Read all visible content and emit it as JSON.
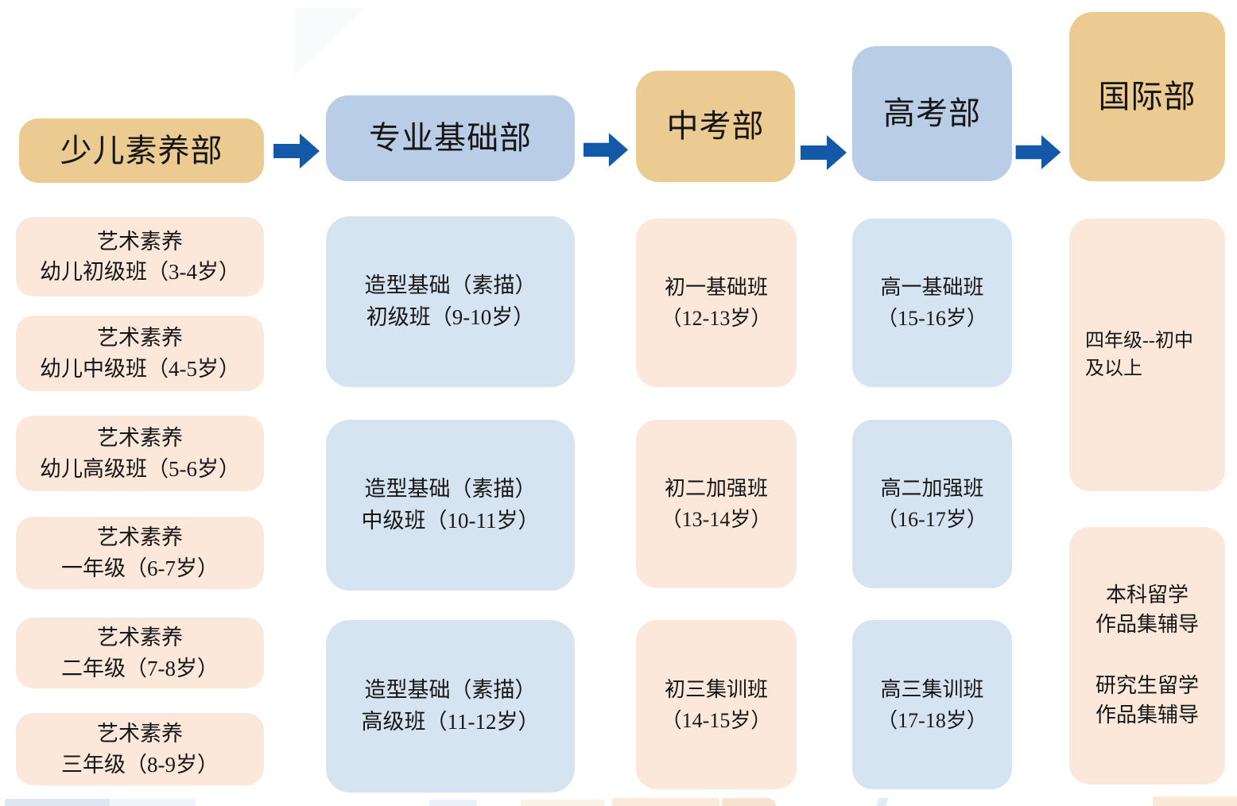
{
  "colors": {
    "header_gold": "#EBCB91",
    "header_blue": "#B9CDE6",
    "item_peach": "#FCE8DA",
    "item_blue": "#D6E4F2",
    "arrow_blue": "#1359A8",
    "text": "#161616"
  },
  "columns": [
    {
      "header": "少儿素养部",
      "items": [
        [
          "艺术素养",
          "幼儿初级班（3-4岁）"
        ],
        [
          "艺术素养",
          "幼儿中级班（4-5岁）"
        ],
        [
          "艺术素养",
          "幼儿高级班（5-6岁）"
        ],
        [
          "艺术素养",
          "一年级（6-7岁）"
        ],
        [
          "艺术素养",
          "二年级（7-8岁）"
        ],
        [
          "艺术素养",
          "三年级（8-9岁）"
        ]
      ]
    },
    {
      "header": "专业基础部",
      "items": [
        [
          "造型基础（素描）",
          "初级班（9-10岁）"
        ],
        [
          "造型基础（素描）",
          "中级班（10-11岁）"
        ],
        [
          "造型基础（素描）",
          "高级班（11-12岁）"
        ]
      ]
    },
    {
      "header": "中考部",
      "items": [
        [
          "初一基础班",
          "（12-13岁）"
        ],
        [
          "初二加强班",
          "（13-14岁）"
        ],
        [
          "初三集训班",
          "（14-15岁）"
        ]
      ]
    },
    {
      "header": "高考部",
      "items": [
        [
          "高一基础班",
          "（15-16岁）"
        ],
        [
          "高二加强班",
          "（16-17岁）"
        ],
        [
          "高三集训班",
          "（17-18岁）"
        ]
      ]
    },
    {
      "header": "国际部",
      "items": [
        [
          "四年级--初中",
          "及以上"
        ],
        [
          "本科留学",
          "作品集辅导",
          "研究生留学",
          "作品集辅导"
        ]
      ]
    }
  ]
}
